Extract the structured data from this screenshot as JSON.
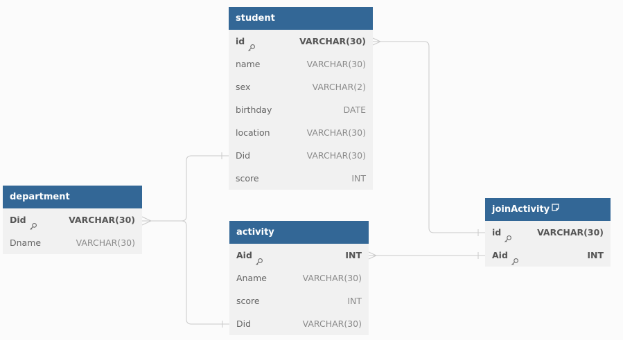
{
  "tables": {
    "student": {
      "name": "student",
      "fields": [
        {
          "name": "id",
          "type": "VARCHAR(30)",
          "pk": true
        },
        {
          "name": "name",
          "type": "VARCHAR(30)"
        },
        {
          "name": "sex",
          "type": "VARCHAR(2)"
        },
        {
          "name": "birthday",
          "type": "DATE"
        },
        {
          "name": "location",
          "type": "VARCHAR(30)"
        },
        {
          "name": "Did",
          "type": "VARCHAR(30)"
        },
        {
          "name": "score",
          "type": "INT"
        }
      ]
    },
    "department": {
      "name": "department",
      "fields": [
        {
          "name": "Did",
          "type": "VARCHAR(30)",
          "pk": true
        },
        {
          "name": "Dname",
          "type": "VARCHAR(30)"
        }
      ]
    },
    "activity": {
      "name": "activity",
      "fields": [
        {
          "name": "Aid",
          "type": "INT",
          "pk": true
        },
        {
          "name": "Aname",
          "type": "VARCHAR(30)"
        },
        {
          "name": "score",
          "type": "INT"
        },
        {
          "name": "Did",
          "type": "VARCHAR(30)"
        }
      ]
    },
    "joinActivity": {
      "name": "joinActivity",
      "has_note_icon": true,
      "fields": [
        {
          "name": "id",
          "type": "VARCHAR(30)",
          "pk": true
        },
        {
          "name": "Aid",
          "type": "INT",
          "pk": true
        }
      ]
    }
  },
  "relationships": [
    {
      "from": "department.Did",
      "to": "student.Did",
      "from_card": "many",
      "to_card": "one"
    },
    {
      "from": "department.Did",
      "to": "activity.Did",
      "from_card": "many",
      "to_card": "one"
    },
    {
      "from": "student.id",
      "to": "joinActivity.id",
      "from_card": "many",
      "to_card": "one"
    },
    {
      "from": "activity.Aid",
      "to": "joinActivity.Aid",
      "from_card": "many",
      "to_card": "one"
    }
  ],
  "colors": {
    "header_bg": "#336796",
    "header_text": "#ffffff",
    "body_bg": "#f1f1f1",
    "connector": "#c9c9c9",
    "canvas_bg": "#fbfbfb"
  }
}
